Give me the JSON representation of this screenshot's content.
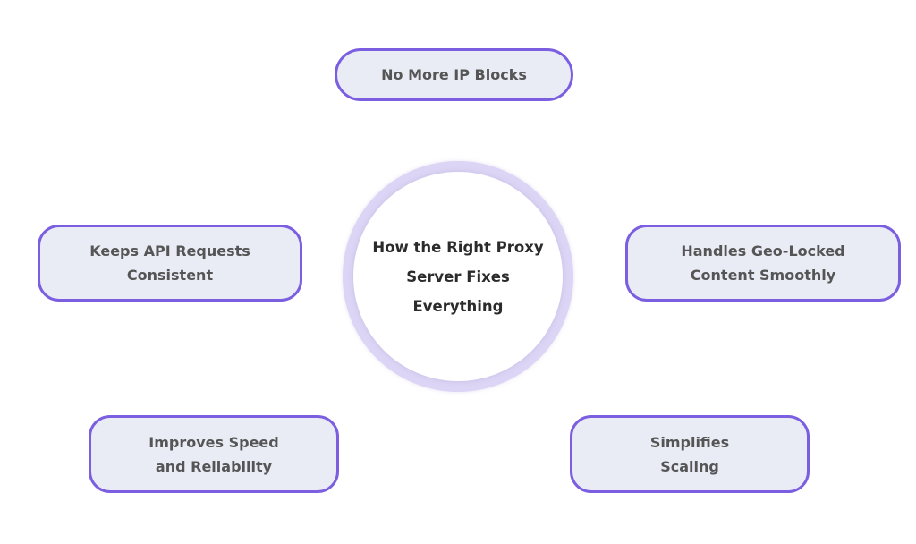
{
  "center": {
    "lines": [
      "How the Right Proxy",
      "Server Fixes",
      "Everything"
    ]
  },
  "nodes": {
    "top": {
      "lines": [
        "No More IP Blocks"
      ]
    },
    "left": {
      "lines": [
        "Keeps API Requests",
        "Consistent"
      ]
    },
    "right": {
      "lines": [
        "Handles Geo-Locked",
        "Content Smoothly"
      ]
    },
    "bottom_left": {
      "lines": [
        "Improves Speed",
        "and Reliability"
      ]
    },
    "bottom_right": {
      "lines": [
        "Simplifies",
        "Scaling"
      ]
    }
  },
  "colors": {
    "node_border": "#7B5FE0",
    "node_fill": "#E9ECF5",
    "node_text": "#555555",
    "ring": "#DCD5F5",
    "center_text": "#2B2B2B"
  }
}
